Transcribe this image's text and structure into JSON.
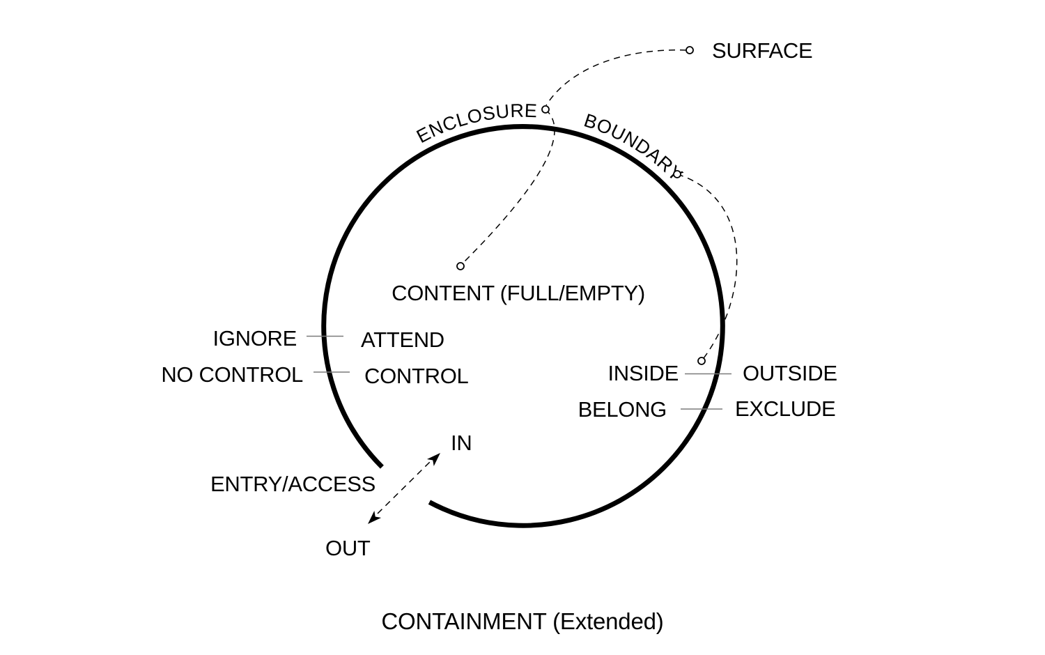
{
  "title": "CONTAINMENT (Extended)",
  "circle": {
    "arc_labels": {
      "enclosure": "ENCLOSURE",
      "boundary": "BOUNDARY"
    }
  },
  "callouts": {
    "surface": "SURFACE",
    "content": "CONTENT (FULL/EMPTY)"
  },
  "oppositions": {
    "left": [
      {
        "outside": "IGNORE",
        "inside": "ATTEND"
      },
      {
        "outside": "NO CONTROL",
        "inside": "CONTROL"
      }
    ],
    "right": [
      {
        "inside": "INSIDE",
        "outside": "OUTSIDE"
      },
      {
        "inside": "BELONG",
        "outside": "EXCLUDE"
      }
    ]
  },
  "portal": {
    "in": "IN",
    "out": "OUT",
    "label": "ENTRY/ACCESS"
  },
  "colors": {
    "ink": "#000000",
    "tick": "#7a7a7a",
    "background": "#ffffff"
  }
}
